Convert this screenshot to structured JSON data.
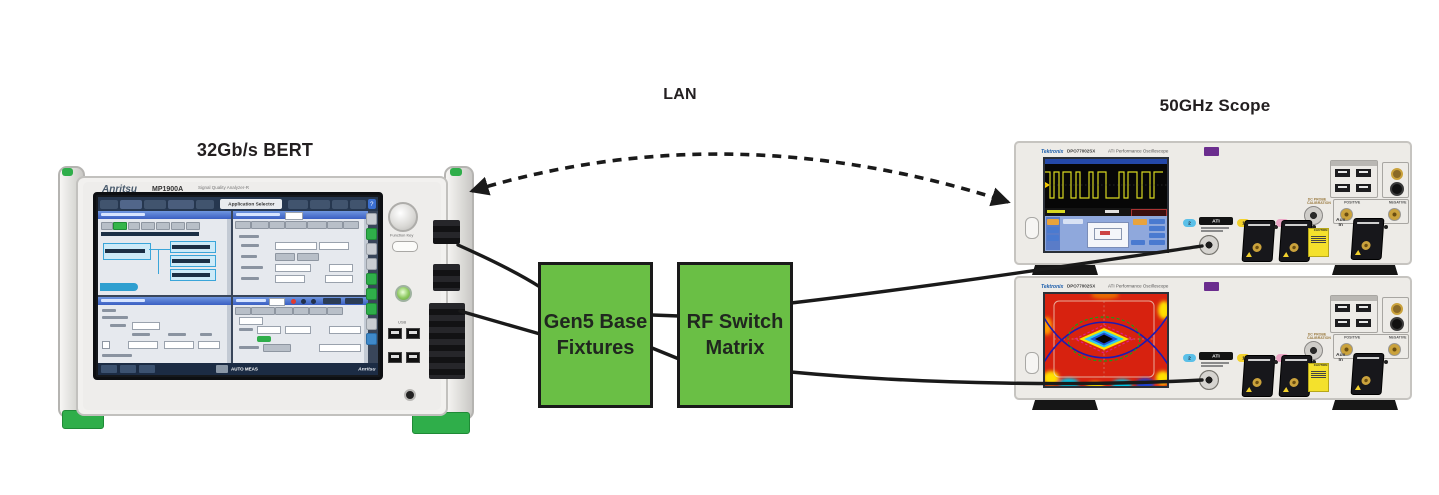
{
  "labels": {
    "bert": "32Gb/s BERT",
    "lan": "LAN",
    "scope": "50GHz Scope"
  },
  "flow_boxes": {
    "gen5_fixtures": {
      "line1": "Gen5 Base",
      "line2": "Fixtures"
    },
    "rf_switch": {
      "line1": "RF Switch",
      "line2": "Matrix"
    }
  },
  "bert": {
    "brand": "Anritsu",
    "model": "MP1900A",
    "subtitle": "Signal Quality Analyzer-R",
    "toolbar": {
      "application_selector": "Application Selector",
      "help": "?"
    },
    "taskbar": {
      "status": "AUTO MEAS",
      "logo": "Anritsu"
    },
    "side_panel": {
      "function_key": "Function Key",
      "usb_label": "USB"
    }
  },
  "scope": {
    "brand": "Tektronix",
    "model": "DPO77002SX",
    "model_suffix": "ATI Performance Oscilloscope",
    "connectors": {
      "ch2": "2",
      "ati": "ATI",
      "ch1": "1",
      "ch3": "3",
      "aux_line1": "Aux",
      "aux_line2": "In",
      "caution": "CAUTION",
      "positive": "POSITIVE",
      "negative": "NEGATIVE",
      "dc_probe_line1": "DC PROBE",
      "dc_probe_line2": "CALIBRATION"
    },
    "screens": {
      "top": "waveform",
      "bottom": "eye-diagram"
    }
  },
  "colors": {
    "box_green": "#6abf45",
    "cable_black": "#1a1a1a",
    "anritsu_green": "#2fae4a",
    "tek_blue": "#1a5dab",
    "tek_purple": "#6b2d8e",
    "label_text": "#231f20"
  }
}
